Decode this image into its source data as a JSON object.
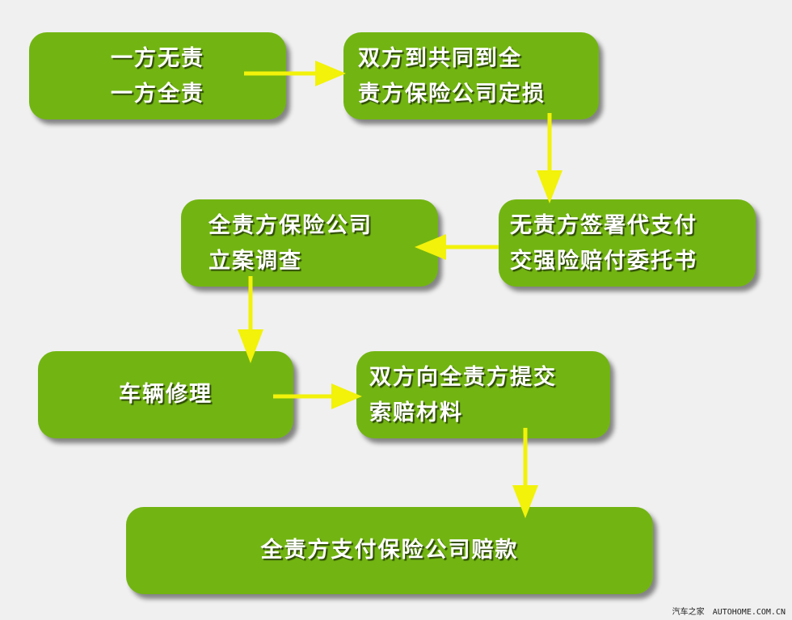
{
  "flow": {
    "box1": {
      "line1": "一方无责",
      "line2": "一方全责"
    },
    "box2": {
      "line1": "双方到共同到全",
      "line2": "责方保险公司定损"
    },
    "box3": {
      "line1": "无责方签署代支付",
      "line2": "交强险赔付委托书"
    },
    "box4": {
      "line1": "全责方保险公司",
      "line2": "立案调查"
    },
    "box5": {
      "line1": "车辆修理"
    },
    "box6": {
      "line1": "双方向全责方提交",
      "line2": "索赔材料"
    },
    "box7": {
      "line1": "全责方支付保险公司赔款"
    }
  },
  "watermark": {
    "brand": "汽车之家",
    "site": "AUTOHOME.COM.CN"
  },
  "colors": {
    "box_fill": "#72b512",
    "arrow": "#f2f20a",
    "background": "#f0f0f0",
    "text": "#ffffff"
  }
}
